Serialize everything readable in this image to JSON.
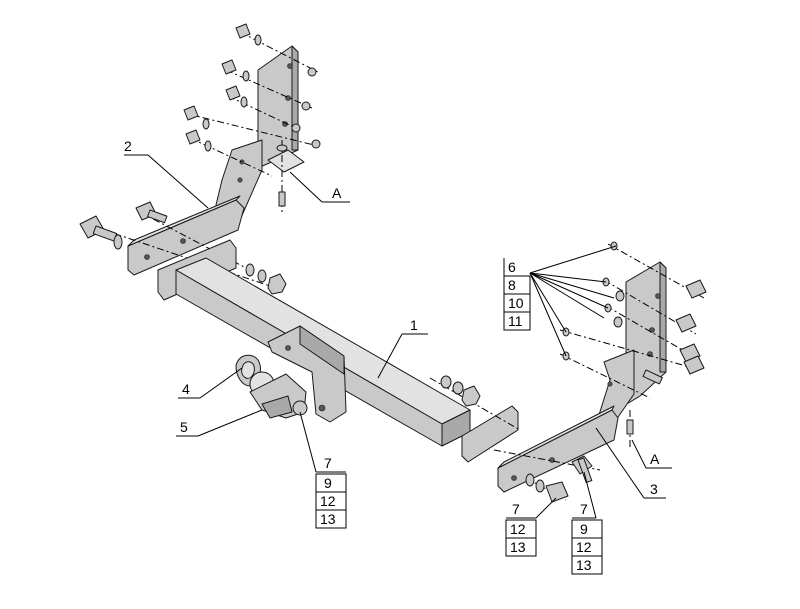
{
  "labels": {
    "part1": "1",
    "part2": "2",
    "part3": "3",
    "part4": "4",
    "part5": "5",
    "ref_a_left": "A",
    "ref_a_right": "A"
  },
  "callout_ball": [
    "7",
    "9",
    "12",
    "13"
  ],
  "callout_bolt_front": [
    "7",
    "12",
    "13"
  ],
  "callout_bolt_right": [
    "7",
    "9",
    "12",
    "13"
  ],
  "callout_bracket_right": [
    "6",
    "8",
    "10",
    "11"
  ]
}
